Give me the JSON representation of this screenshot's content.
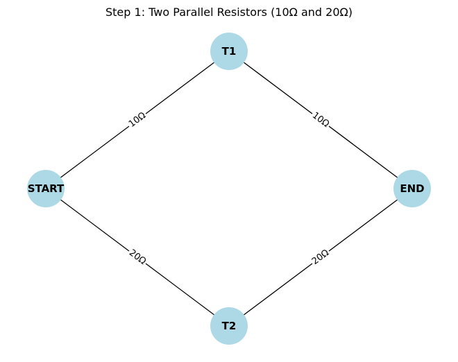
{
  "title": "Step 1: Two Parallel Resistors (10Ω and 20Ω)",
  "colors": {
    "node_fill": "#add8e6",
    "edge": "#000000"
  },
  "nodes": [
    {
      "id": "T1",
      "label": "T1"
    },
    {
      "id": "START",
      "label": "START"
    },
    {
      "id": "END",
      "label": "END"
    },
    {
      "id": "T2",
      "label": "T2"
    }
  ],
  "edges": [
    {
      "from": "START",
      "to": "T1",
      "label": "10Ω"
    },
    {
      "from": "T1",
      "to": "END",
      "label": "10Ω"
    },
    {
      "from": "START",
      "to": "T2",
      "label": "20Ω"
    },
    {
      "from": "T2",
      "to": "END",
      "label": "20Ω"
    }
  ]
}
